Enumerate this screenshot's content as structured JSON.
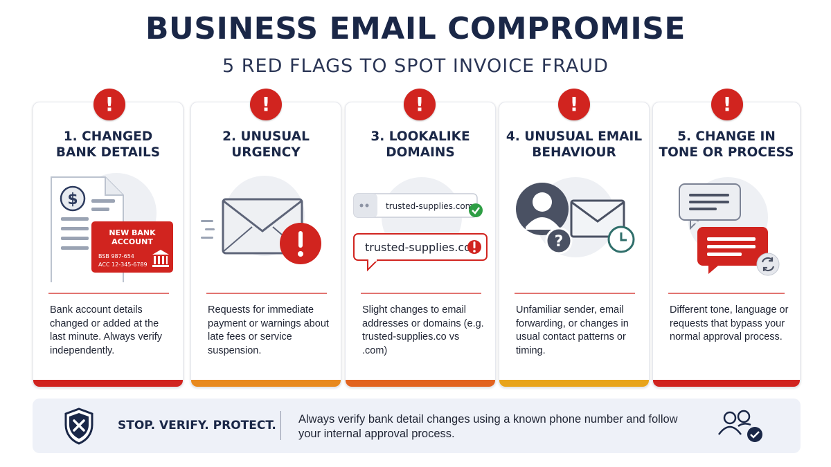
{
  "header": {
    "title": "BUSINESS EMAIL COMPROMISE",
    "subtitle": "5 RED FLAGS TO SPOT INVOICE FRAUD"
  },
  "colors": {
    "title": "#1a2747",
    "alert_red": "#d1241f",
    "card_accents": [
      "#d1241f",
      "#e8891d",
      "#e2631f",
      "#e8a41b",
      "#d1241f"
    ],
    "footer_background": "#eef1f8"
  },
  "cards": [
    {
      "title_line1": "1. CHANGED",
      "title_line2": "BANK DETAILS",
      "description": "Bank account details changed or added at the last minute. Always verify independently.",
      "badge_icon": "exclamation-icon",
      "illustration": {
        "icon": "invoice-document-icon",
        "currency_symbol": "$",
        "card_label_line1": "NEW BANK",
        "card_label_line2": "ACCOUNT",
        "bsb": "BSB 987-654",
        "acc": "ACC 12-345-6789",
        "bank_icon": "bank-building-icon"
      }
    },
    {
      "title_line1": "2. UNUSUAL",
      "title_line2": "URGENCY",
      "description": "Requests for immediate payment or warnings about late fees or service suspension.",
      "badge_icon": "exclamation-icon",
      "illustration": {
        "icon": "envelope-alert-icon"
      }
    },
    {
      "title_line1": "3. LOOKALIKE",
      "title_line2": "DOMAINS",
      "description": "Slight changes to email addresses or domains (e.g. trusted-supplies.co vs .com)",
      "badge_icon": "exclamation-icon",
      "illustration": {
        "legit_domain": "trusted-supplies.com",
        "fake_domain": "trusted-supplies.co",
        "legit_icon": "check-circle-icon",
        "fake_icon": "alert-circle-icon"
      }
    },
    {
      "title_line1": "4. UNUSUAL EMAIL",
      "title_line2": "BEHAVIOUR",
      "description": "Unfamiliar sender, email forwarding, or changes in usual contact patterns or timing.",
      "badge_icon": "exclamation-icon",
      "illustration": {
        "icon": "unknown-sender-icon"
      }
    },
    {
      "title_line1": "5. CHANGE IN",
      "title_line2": "TONE OR PROCESS",
      "description": "Different tone, language or requests that bypass your normal approval process.",
      "badge_icon": "exclamation-icon",
      "illustration": {
        "icon": "chat-bubbles-icon"
      }
    }
  ],
  "footer": {
    "slogan": "STOP. VERIFY. PROTECT.",
    "message": "Always verify bank detail changes using a known phone number and follow your internal approval process.",
    "left_icon": "shield-x-icon",
    "right_icon": "verified-users-icon"
  }
}
